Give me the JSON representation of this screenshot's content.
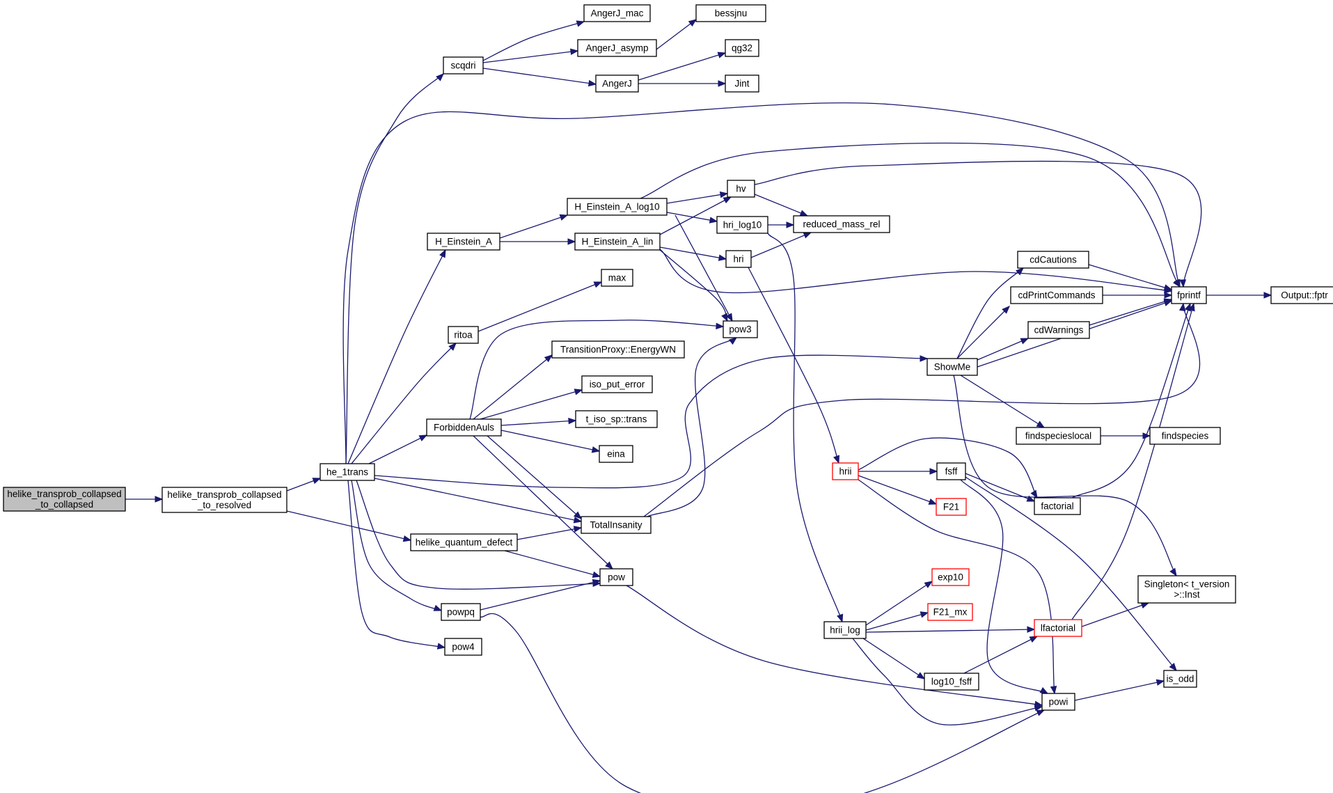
{
  "diagram": {
    "type": "call-graph",
    "colors": {
      "edge": "#191970",
      "node_border": "#000000",
      "truncated_border": "#ff0000",
      "root_fill": "#bfbfbf",
      "node_fill": "#ffffff"
    },
    "nodes": [
      {
        "id": "root",
        "lines": [
          "helike_transprob_collapsed",
          "_to_collapsed"
        ],
        "style": "root"
      },
      {
        "id": "ctr",
        "lines": [
          "helike_transprob_collapsed",
          "_to_resolved"
        ]
      },
      {
        "id": "he1",
        "lines": [
          "he_1trans"
        ]
      },
      {
        "id": "hqd",
        "lines": [
          "helike_quantum_defect"
        ]
      },
      {
        "id": "scq",
        "lines": [
          "scqdri"
        ]
      },
      {
        "id": "ajm",
        "lines": [
          "AngerJ_mac"
        ]
      },
      {
        "id": "aja",
        "lines": [
          "AngerJ_asymp"
        ]
      },
      {
        "id": "aj",
        "lines": [
          "AngerJ"
        ]
      },
      {
        "id": "bes",
        "lines": [
          "bessjnu"
        ]
      },
      {
        "id": "qg",
        "lines": [
          "qg32"
        ]
      },
      {
        "id": "jint",
        "lines": [
          "Jint"
        ]
      },
      {
        "id": "hea",
        "lines": [
          "H_Einstein_A"
        ]
      },
      {
        "id": "hel10",
        "lines": [
          "H_Einstein_A_log10"
        ]
      },
      {
        "id": "helin",
        "lines": [
          "H_Einstein_A_lin"
        ]
      },
      {
        "id": "hv",
        "lines": [
          "hv"
        ]
      },
      {
        "id": "hril",
        "lines": [
          "hri_log10"
        ]
      },
      {
        "id": "hri",
        "lines": [
          "hri"
        ]
      },
      {
        "id": "rmr",
        "lines": [
          "reduced_mass_rel"
        ]
      },
      {
        "id": "max",
        "lines": [
          "max"
        ]
      },
      {
        "id": "ritoa",
        "lines": [
          "ritoa"
        ]
      },
      {
        "id": "pow3",
        "lines": [
          "pow3"
        ]
      },
      {
        "id": "tpe",
        "lines": [
          "TransitionProxy::EnergyWN"
        ]
      },
      {
        "id": "ipe",
        "lines": [
          "iso_put_error"
        ]
      },
      {
        "id": "tis",
        "lines": [
          "t_iso_sp::trans"
        ]
      },
      {
        "id": "eina",
        "lines": [
          "eina"
        ]
      },
      {
        "id": "fa",
        "lines": [
          "ForbiddenAuls"
        ]
      },
      {
        "id": "ti",
        "lines": [
          "TotalInsanity"
        ]
      },
      {
        "id": "pow",
        "lines": [
          "pow"
        ]
      },
      {
        "id": "powpq",
        "lines": [
          "powpq"
        ]
      },
      {
        "id": "pow4",
        "lines": [
          "pow4"
        ]
      },
      {
        "id": "showme",
        "lines": [
          "ShowMe"
        ]
      },
      {
        "id": "cdc",
        "lines": [
          "cdCautions"
        ]
      },
      {
        "id": "cdpc",
        "lines": [
          "cdPrintCommands"
        ]
      },
      {
        "id": "cdw",
        "lines": [
          "cdWarnings"
        ]
      },
      {
        "id": "fsl",
        "lines": [
          "findspecieslocal"
        ]
      },
      {
        "id": "fs",
        "lines": [
          "findspecies"
        ]
      },
      {
        "id": "fprintf",
        "lines": [
          "fprintf"
        ]
      },
      {
        "id": "ofptr",
        "lines": [
          "Output::fptr"
        ]
      },
      {
        "id": "hrii",
        "lines": [
          "hrii"
        ],
        "style": "trunc"
      },
      {
        "id": "fsff",
        "lines": [
          "fsff"
        ]
      },
      {
        "id": "f21",
        "lines": [
          "F21"
        ],
        "style": "trunc"
      },
      {
        "id": "fact",
        "lines": [
          "factorial"
        ]
      },
      {
        "id": "sing",
        "lines": [
          "Singleton< t_version",
          ">::Inst"
        ]
      },
      {
        "id": "exp10",
        "lines": [
          "exp10"
        ],
        "style": "trunc"
      },
      {
        "id": "f21mx",
        "lines": [
          "F21_mx"
        ],
        "style": "trunc"
      },
      {
        "id": "hriil",
        "lines": [
          "hrii_log"
        ]
      },
      {
        "id": "lfact",
        "lines": [
          "lfactorial"
        ],
        "style": "trunc"
      },
      {
        "id": "l10f",
        "lines": [
          "log10_fsff"
        ]
      },
      {
        "id": "powi",
        "lines": [
          "powi"
        ]
      },
      {
        "id": "isodd",
        "lines": [
          "is_odd"
        ]
      }
    ],
    "edges": [
      [
        "root",
        "ctr"
      ],
      [
        "ctr",
        "he1"
      ],
      [
        "ctr",
        "hqd"
      ],
      [
        "he1",
        "scq"
      ],
      [
        "he1",
        "fprintf"
      ],
      [
        "he1",
        "hea"
      ],
      [
        "he1",
        "ritoa"
      ],
      [
        "he1",
        "fa"
      ],
      [
        "he1",
        "showme"
      ],
      [
        "he1",
        "ti"
      ],
      [
        "he1",
        "pow"
      ],
      [
        "he1",
        "powpq"
      ],
      [
        "he1",
        "pow4"
      ],
      [
        "scq",
        "ajm"
      ],
      [
        "scq",
        "aja"
      ],
      [
        "scq",
        "aj"
      ],
      [
        "aja",
        "bes"
      ],
      [
        "aj",
        "qg"
      ],
      [
        "aj",
        "jint"
      ],
      [
        "hea",
        "hel10"
      ],
      [
        "hea",
        "helin"
      ],
      [
        "hel10",
        "hv"
      ],
      [
        "hel10",
        "hril"
      ],
      [
        "hel10",
        "fprintf"
      ],
      [
        "hel10",
        "pow3"
      ],
      [
        "helin",
        "hv"
      ],
      [
        "helin",
        "hri"
      ],
      [
        "helin",
        "fprintf"
      ],
      [
        "helin",
        "pow3"
      ],
      [
        "hv",
        "rmr"
      ],
      [
        "hv",
        "fprintf"
      ],
      [
        "hril",
        "rmr"
      ],
      [
        "hril",
        "hriil"
      ],
      [
        "hri",
        "rmr"
      ],
      [
        "hri",
        "hrii"
      ],
      [
        "ritoa",
        "max"
      ],
      [
        "fa",
        "pow3"
      ],
      [
        "fa",
        "tpe"
      ],
      [
        "fa",
        "ipe"
      ],
      [
        "fa",
        "tis"
      ],
      [
        "fa",
        "eina"
      ],
      [
        "fa",
        "ti"
      ],
      [
        "fa",
        "pow"
      ],
      [
        "hqd",
        "ti"
      ],
      [
        "hqd",
        "pow"
      ],
      [
        "ti",
        "pow3"
      ],
      [
        "ti",
        "fprintf"
      ],
      [
        "pow",
        "powi"
      ],
      [
        "powpq",
        "pow"
      ],
      [
        "powpq",
        "powi"
      ],
      [
        "showme",
        "cdc"
      ],
      [
        "showme",
        "cdpc"
      ],
      [
        "showme",
        "cdw"
      ],
      [
        "showme",
        "fprintf"
      ],
      [
        "showme",
        "fsl"
      ],
      [
        "showme",
        "sing"
      ],
      [
        "cdc",
        "fprintf"
      ],
      [
        "cdpc",
        "fprintf"
      ],
      [
        "cdw",
        "fprintf"
      ],
      [
        "fsl",
        "fs"
      ],
      [
        "fprintf",
        "ofptr"
      ],
      [
        "hrii",
        "fsff"
      ],
      [
        "hrii",
        "f21"
      ],
      [
        "hrii",
        "fact"
      ],
      [
        "hrii",
        "powi"
      ],
      [
        "fsff",
        "fact"
      ],
      [
        "fsff",
        "isodd"
      ],
      [
        "fsff",
        "powi"
      ],
      [
        "fact",
        "fprintf"
      ],
      [
        "hriil",
        "exp10"
      ],
      [
        "hriil",
        "f21mx"
      ],
      [
        "hriil",
        "lfact"
      ],
      [
        "hriil",
        "l10f"
      ],
      [
        "hriil",
        "powi"
      ],
      [
        "l10f",
        "lfact"
      ],
      [
        "lfact",
        "sing"
      ],
      [
        "lfact",
        "fprintf"
      ],
      [
        "powi",
        "isodd"
      ]
    ]
  }
}
